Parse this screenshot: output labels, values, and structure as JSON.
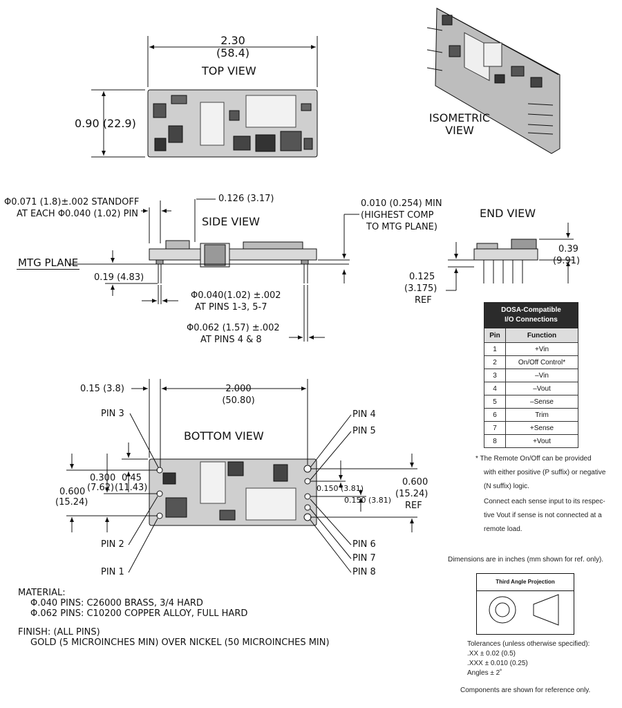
{
  "top_view": {
    "title": "TOP VIEW",
    "width_in": "2.30",
    "width_mm": "(58.4)",
    "height": "0.90 (22.9)"
  },
  "isometric": {
    "line1": "ISOMETRIC",
    "line2": "VIEW"
  },
  "side_view": {
    "title": "SIDE VIEW",
    "standoff_1": "Φ0.071 (1.8)±.002 STANDOFF",
    "standoff_2": "AT EACH Φ0.040 (1.02) PIN",
    "dim_0126": "0.126 (3.17)",
    "highest_1": "0.010 (0.254) MIN",
    "highest_2": "(HIGHEST COMP",
    "highest_3": "TO MTG PLANE)",
    "mtg_plane": "MTG PLANE",
    "dim_019": "0.19 (4.83)",
    "pin040_1": "Φ0.040(1.02) ±.002",
    "pin040_2": "AT PINS 1-3, 5-7",
    "pin062_1": "Φ0.062 (1.57) ±.002",
    "pin062_2": "AT PINS 4 & 8"
  },
  "end_view": {
    "title": "END VIEW",
    "dim_039": "0.39",
    "dim_991": "(9.91)",
    "dim_0125": "0.125",
    "dim_3175": "(3.175)",
    "ref": "REF"
  },
  "bottom_view": {
    "title": "BOTTOM VIEW",
    "dim_015": "0.15 (3.8)",
    "dim_2000": "2.000",
    "dim_5080": "(50.80)",
    "dim_0300": "0.300",
    "dim_762": "(7.62)",
    "dim_045": "0.45",
    "dim_1143": "(11.43)",
    "dim_0600_l": "0.600",
    "dim_1524_l": "(15.24)",
    "dim_0150_a": "0.150 (3.81)",
    "dim_0150_b": "0.150 (3.81)",
    "dim_0600_r": "0.600",
    "dim_1524_r": "(15.24)",
    "ref": "REF",
    "pins": [
      "PIN 1",
      "PIN 2",
      "PIN 3",
      "PIN 4",
      "PIN 5",
      "PIN 6",
      "PIN 7",
      "PIN 8"
    ]
  },
  "pin_table": {
    "head1": "DOSA-Compatible",
    "head2": "I/O Connections",
    "col_pin": "Pin",
    "col_function": "Function",
    "rows": [
      {
        "pin": "1",
        "function": "+Vin"
      },
      {
        "pin": "2",
        "function": "On/Off Control*"
      },
      {
        "pin": "3",
        "function": "–Vin"
      },
      {
        "pin": "4",
        "function": "–Vout"
      },
      {
        "pin": "5",
        "function": "–Sense"
      },
      {
        "pin": "6",
        "function": "Trim"
      },
      {
        "pin": "7",
        "function": "+Sense"
      },
      {
        "pin": "8",
        "function": "+Vout"
      }
    ]
  },
  "notes": {
    "n1": "*  The Remote On/Off can be provided",
    "n2": "with either positive (P suffix) or negative",
    "n3": "(N suffix) logic.",
    "n4": "Connect each sense input to its respec-",
    "n5": "tive Vout if sense is not connected at a",
    "n6": "remote load.",
    "dims": "Dimensions are in inches (mm shown for ref. only).",
    "projection": "Third Angle Projection",
    "tol1": "Tolerances (unless otherwise specified):",
    "tol2": ".XX ± 0.02 (0.5)",
    "tol3": ".XXX ± 0.010 (0.25)",
    "tol4": "Angles ± 2˚",
    "components": "Components are shown for reference only."
  },
  "material": {
    "m1": "MATERIAL:",
    "m2": "Φ.040 PINS: C26000 BRASS, 3/4 HARD",
    "m3": "Φ.062 PINS: C10200 COPPER ALLOY, FULL HARD",
    "f1": "FINISH: (ALL PINS)",
    "f2": "GOLD (5 MICROINCHES MIN) OVER NICKEL (50 MICROINCHES MIN)"
  }
}
